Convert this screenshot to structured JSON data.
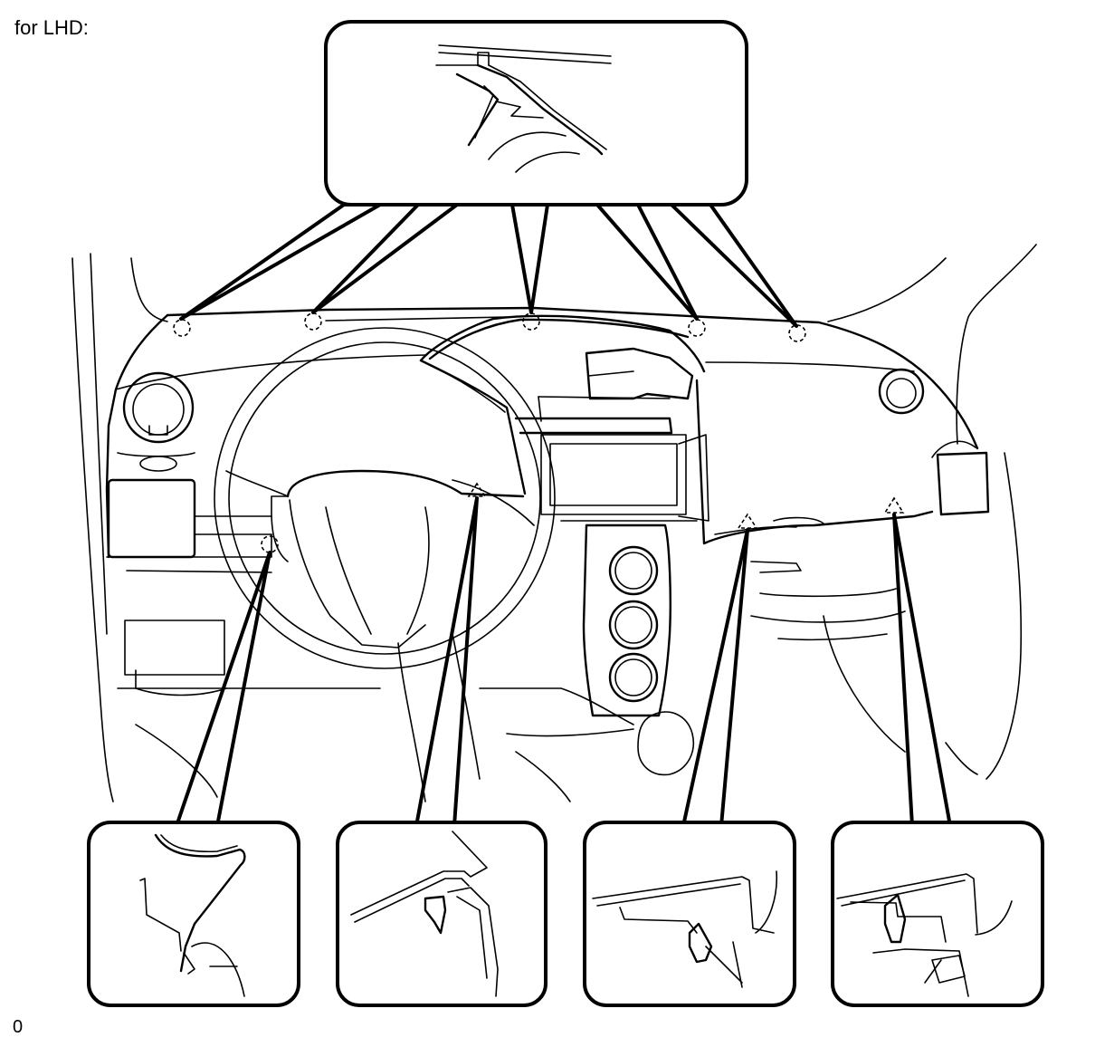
{
  "diagram": {
    "caption": "for LHD:",
    "footer_code": "0",
    "callouts": {
      "top": "top-clip-detail",
      "bottom": [
        "left-lower-clip-detail",
        "center-claw-detail",
        "glovebox-claw-detail",
        "right-claw-detail"
      ]
    },
    "markers": {
      "clip_circles": 6,
      "claw_triangles": 3
    },
    "colors": {
      "line": "#000000",
      "background": "#ffffff"
    }
  }
}
